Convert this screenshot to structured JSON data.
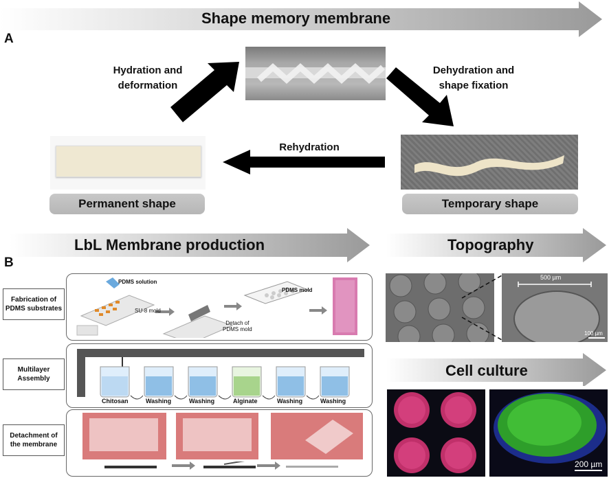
{
  "banners": {
    "shape_memory": "Shape memory membrane",
    "lbl": "LbL Membrane production",
    "topography": "Topography",
    "cell_culture": "Cell culture"
  },
  "panel_letters": {
    "a": "A",
    "b": "B"
  },
  "cycle": {
    "hydration": [
      "Hydration and",
      "deformation"
    ],
    "dehydration": [
      "Dehydration and",
      "shape fixation"
    ],
    "rehydration": "Rehydration",
    "permanent": "Permanent shape",
    "temporary": "Temporary shape"
  },
  "steps": {
    "fabrication": [
      "Fabrication of",
      "PDMS substrates"
    ],
    "multilayer": [
      "Multilayer",
      "Assembly"
    ],
    "detachment": [
      "Detachment of",
      "the membrane"
    ]
  },
  "fabrication_labels": {
    "pdms_solution": "PDMS solution",
    "su8": "SU-8 mold",
    "pdms_mold": "PDMS mold",
    "detach": [
      "Detach of",
      "PDMS mold"
    ]
  },
  "beakers": [
    "Chitosan",
    "Washing",
    "Washing",
    "Alginate",
    "Washing",
    "Washing"
  ],
  "scale_bars": {
    "topo_big": "500 µm",
    "topo_small": "100 µm",
    "cell": "200 µm"
  },
  "colors": {
    "arrow": "#000000",
    "banner_start": "#ffffff",
    "banner_end": "#999999",
    "pill": "#bdbdbd"
  }
}
